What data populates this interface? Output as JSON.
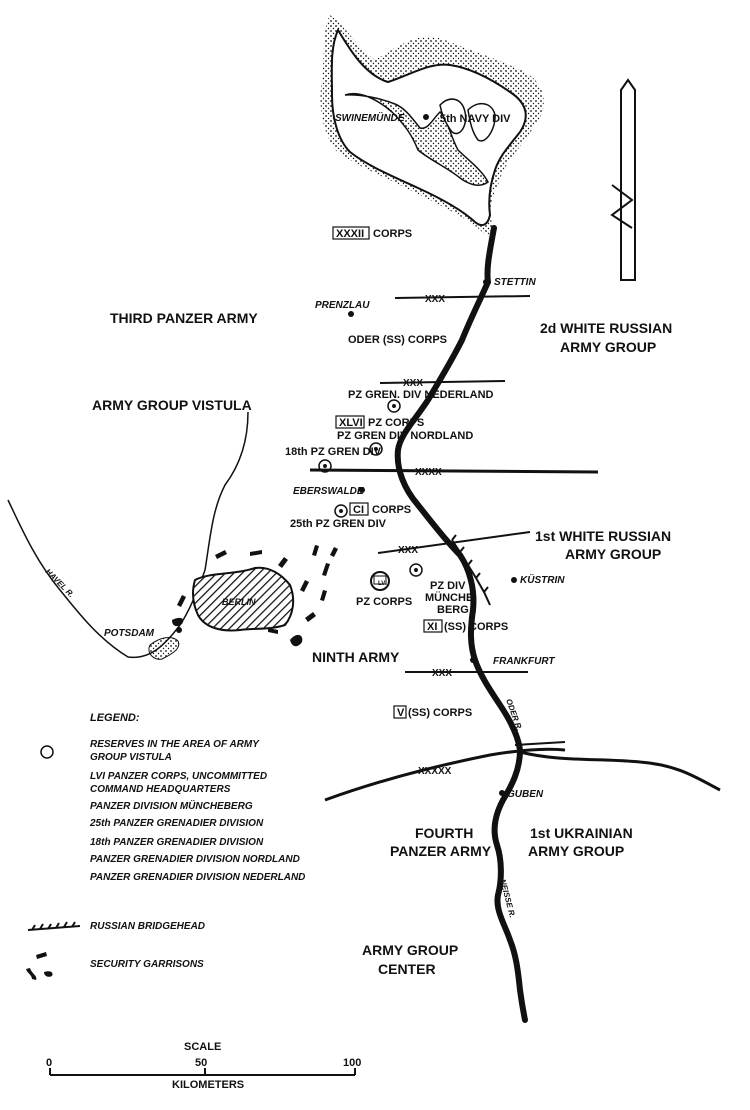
{
  "armies": {
    "third_panzer": "THIRD PANZER ARMY",
    "vistula": "ARMY GROUP VISTULA",
    "ninth": "NINTH ARMY",
    "fourth_l1": "FOURTH",
    "fourth_l2": "PANZER ARMY",
    "center_l1": "ARMY GROUP",
    "center_l2": "CENTER",
    "wr2_l1": "2d  WHITE RUSSIAN",
    "wr2_l2": "ARMY GROUP",
    "wr1_l1": "1st WHITE RUSSIAN",
    "wr1_l2": "ARMY GROUP",
    "ukr_l1": "1st UKRAINIAN",
    "ukr_l2": "ARMY GROUP"
  },
  "units": {
    "navy": "5th NAVY DIV",
    "xxxii": "XXXII",
    "xxxii_corps": "CORPS",
    "oder_ss": "ODER (SS) CORPS",
    "nederland": "PZ GREN. DIV NEDERLAND",
    "xlvi": "XLVI",
    "xlvi_corps": "PZ CORPS",
    "nordland": "PZ GREN DIV NORDLAND",
    "pzgren18": "18th PZ GREN DIV",
    "ci": "CI",
    "ci_corps": "CORPS",
    "pzgren25": "25th PZ GREN DIV",
    "lvi": "LVI",
    "pz_corps": "PZ CORPS",
    "pzdiv": "PZ DIV",
    "munche_1": "MÜNCHE-",
    "munche_2": "BERG",
    "xi": "XI",
    "xi_corps": "(SS) CORPS",
    "v": "V",
    "v_corps": "(SS) CORPS"
  },
  "cities": {
    "swinemunde": "SWINEMÜNDE",
    "stettin": "STETTIN",
    "prenzlau": "PRENZLAU",
    "eberswalde": "EBERSWALDE",
    "berlin": "BERLIN",
    "potsdam": "POTSDAM",
    "kustrin": "KÜSTRIN",
    "frankfurt": "FRANKFURT",
    "guben": "GUBEN"
  },
  "rivers": {
    "havel": "HAVEL R.",
    "oder": "ODER R.",
    "neisse": "NEISSE R."
  },
  "boundaries": {
    "xxx": "XXX",
    "xxxx": "XXXX",
    "xxxxx": "XXXXX"
  },
  "legend": {
    "title": "LEGEND:",
    "reserves_1": "RESERVES IN THE AREA OF ARMY",
    "reserves_2": "GROUP VISTULA",
    "items": [
      "LVI PANZER CORPS, UNCOMMITTED",
      "COMMAND HEADQUARTERS",
      "PANZER DIVISION MÜNCHEBERG",
      "25th PANZER GRENADIER DIVISION",
      "18th PANZER GRENADIER DIVISION",
      "PANZER GRENADIER DIVISION NORDLAND",
      "PANZER GRENADIER DIVISION NEDERLAND"
    ],
    "bridgehead": "RUSSIAN BRIDGEHEAD",
    "garrisons": "SECURITY GARRISONS"
  },
  "scale": {
    "title": "SCALE",
    "tick_0": "0",
    "tick_50": "50",
    "tick_100": "100",
    "unit": "KILOMETERS"
  },
  "colors": {
    "ink": "#111111",
    "paper": "#ffffff"
  }
}
